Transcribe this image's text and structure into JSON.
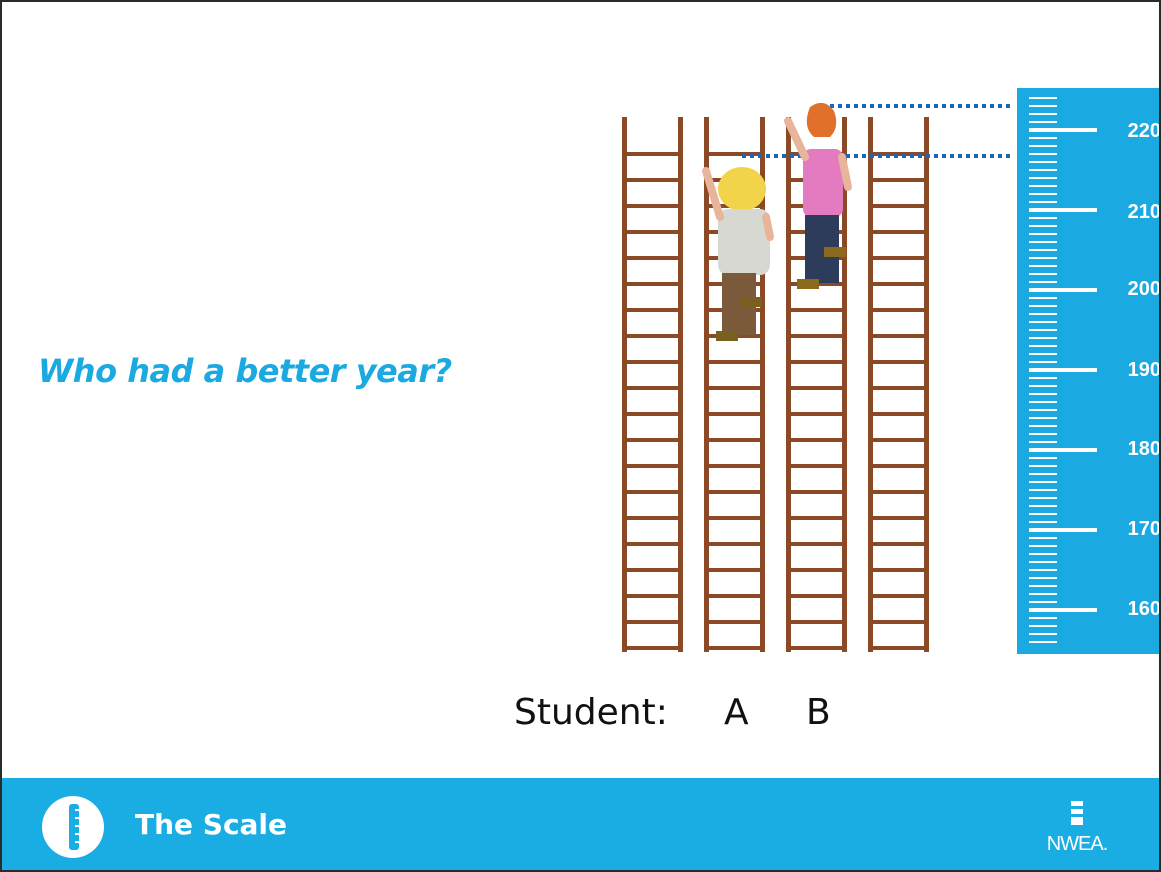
{
  "slide": {
    "question": "Who had a better year?",
    "student_label": "Student:",
    "student_a": "A",
    "student_b": "B"
  },
  "scale": {
    "labels": [
      "220",
      "210",
      "200",
      "190",
      "180",
      "170",
      "160"
    ]
  },
  "footer": {
    "title": "The Scale",
    "brand": "NWEA.",
    "logo_icon": "ruler-scale-icon"
  },
  "colors": {
    "accent": "#1aa9e0",
    "ladder": "#8b4a25"
  }
}
